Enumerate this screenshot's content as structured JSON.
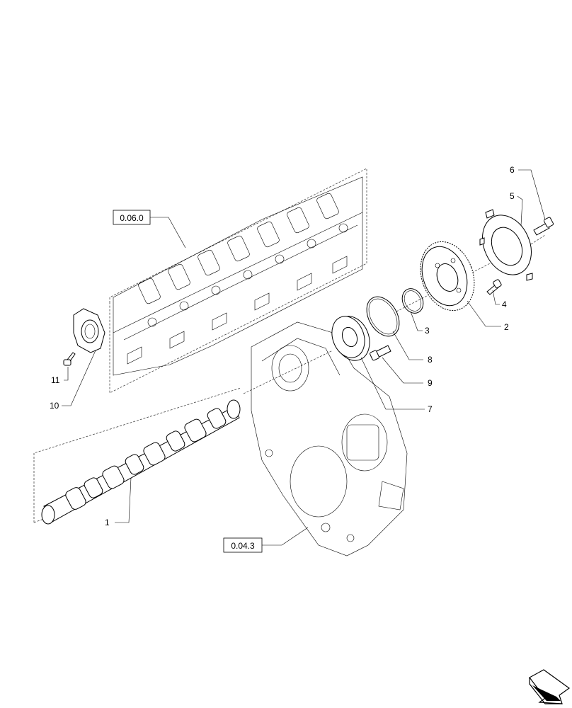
{
  "callouts": {
    "c1": "1",
    "c2": "2",
    "c3": "3",
    "c4": "4",
    "c5": "5",
    "c6": "6",
    "c7": "7",
    "c8": "8",
    "c9": "9",
    "c10": "10",
    "c11": "11"
  },
  "refs": {
    "cylinder_head": "0.06.0",
    "timing_cover": "0.04.3"
  },
  "icons": {
    "nav": "next-page-arrow-icon"
  }
}
